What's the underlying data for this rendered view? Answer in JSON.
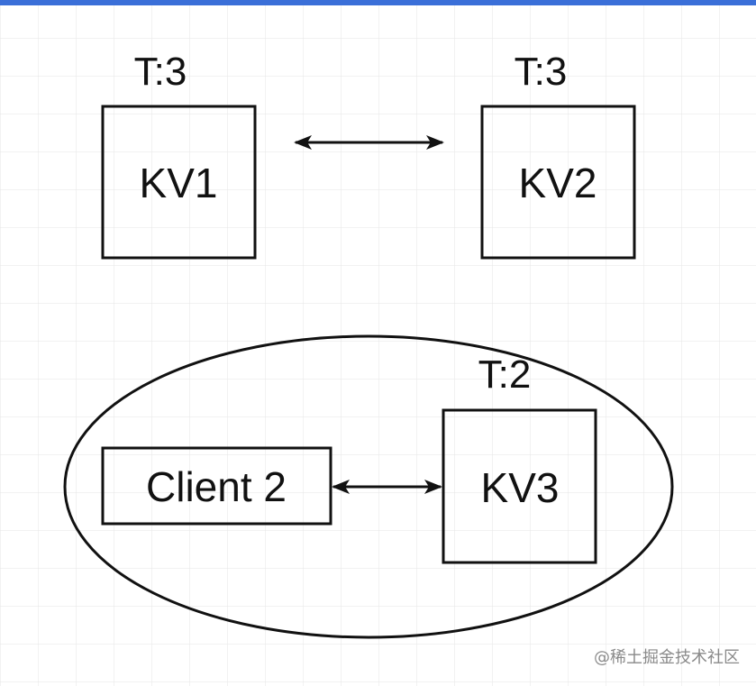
{
  "nodes": {
    "kv1": {
      "label": "KV1",
      "term": "T:3"
    },
    "kv2": {
      "label": "KV2",
      "term": "T:3"
    },
    "kv3": {
      "label": "KV3",
      "term": "T:2"
    },
    "client2": {
      "label": "Client 2"
    }
  },
  "links": [
    {
      "from": "kv1",
      "to": "kv2",
      "direction": "bidirectional"
    },
    {
      "from": "client2",
      "to": "kv3",
      "direction": "bidirectional"
    }
  ],
  "groups": [
    {
      "shape": "ellipse",
      "members": [
        "client2",
        "kv3"
      ]
    }
  ],
  "watermark": "@稀土掘金技术社区",
  "colors": {
    "background": "#ffffff",
    "grid": "#e6e6e6",
    "top_bar": "#3a6fd8",
    "stroke": "#111111",
    "watermark": "#8a8a8a"
  }
}
